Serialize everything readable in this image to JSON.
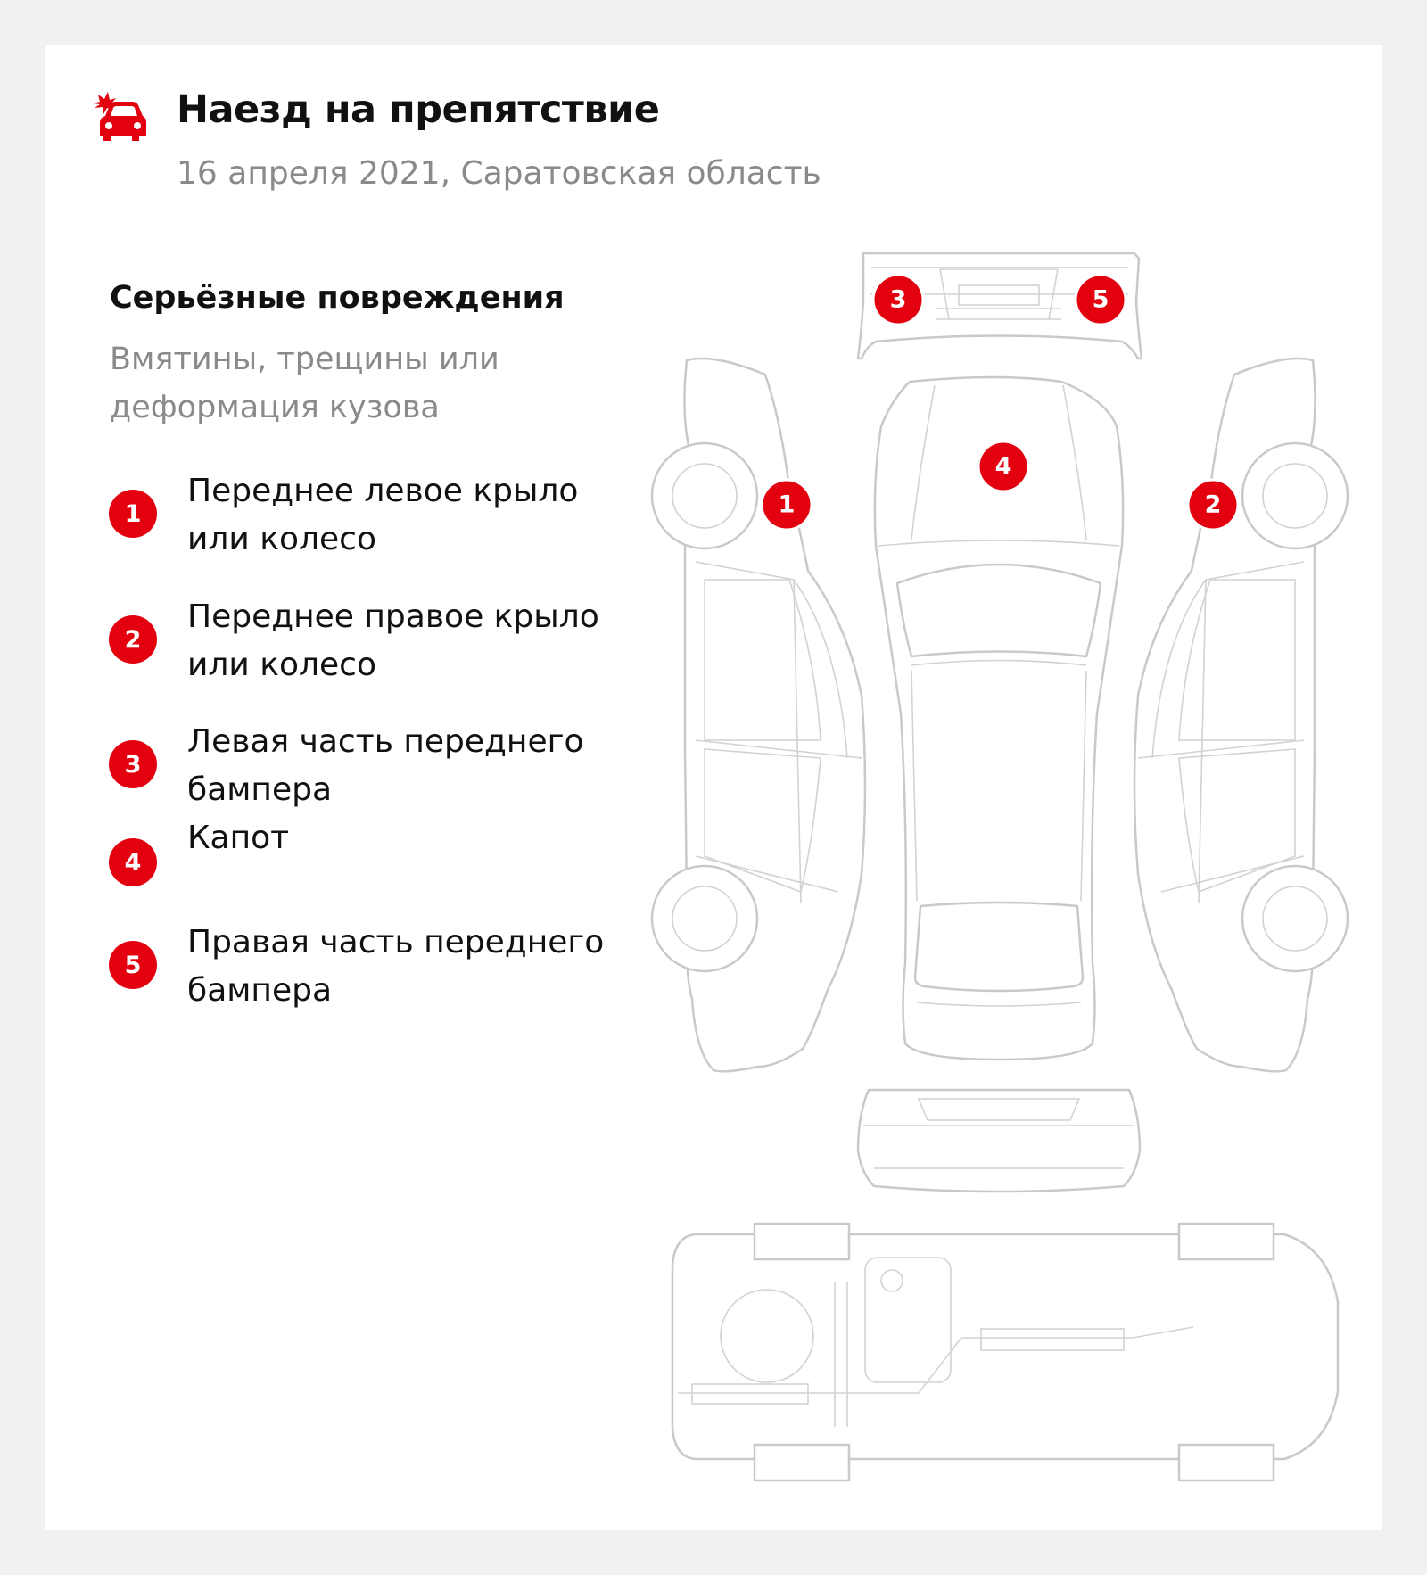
{
  "incident": {
    "icon": "car-crash-icon",
    "title": "Наезд на препятствие",
    "date_location": "16 апреля 2021, Саратовская область"
  },
  "severity": {
    "title": "Серьёзные повреждения",
    "description": "Вмятины, трещины или деформация кузова"
  },
  "damages": [
    {
      "number": "1",
      "label": "Переднее левое крыло или колесо"
    },
    {
      "number": "2",
      "label": "Переднее правое крыло или колесо"
    },
    {
      "number": "3",
      "label": "Левая часть переднего бампера"
    },
    {
      "number": "4",
      "label": "Капот"
    },
    {
      "number": "5",
      "label": "Правая часть переднего бампера"
    }
  ],
  "colors": {
    "accent": "#e3000f",
    "text_primary": "#111111",
    "text_secondary": "#8a8a8a",
    "diagram_line": "#c9c9c9",
    "background": "#f1f1f1",
    "card": "#ffffff"
  }
}
